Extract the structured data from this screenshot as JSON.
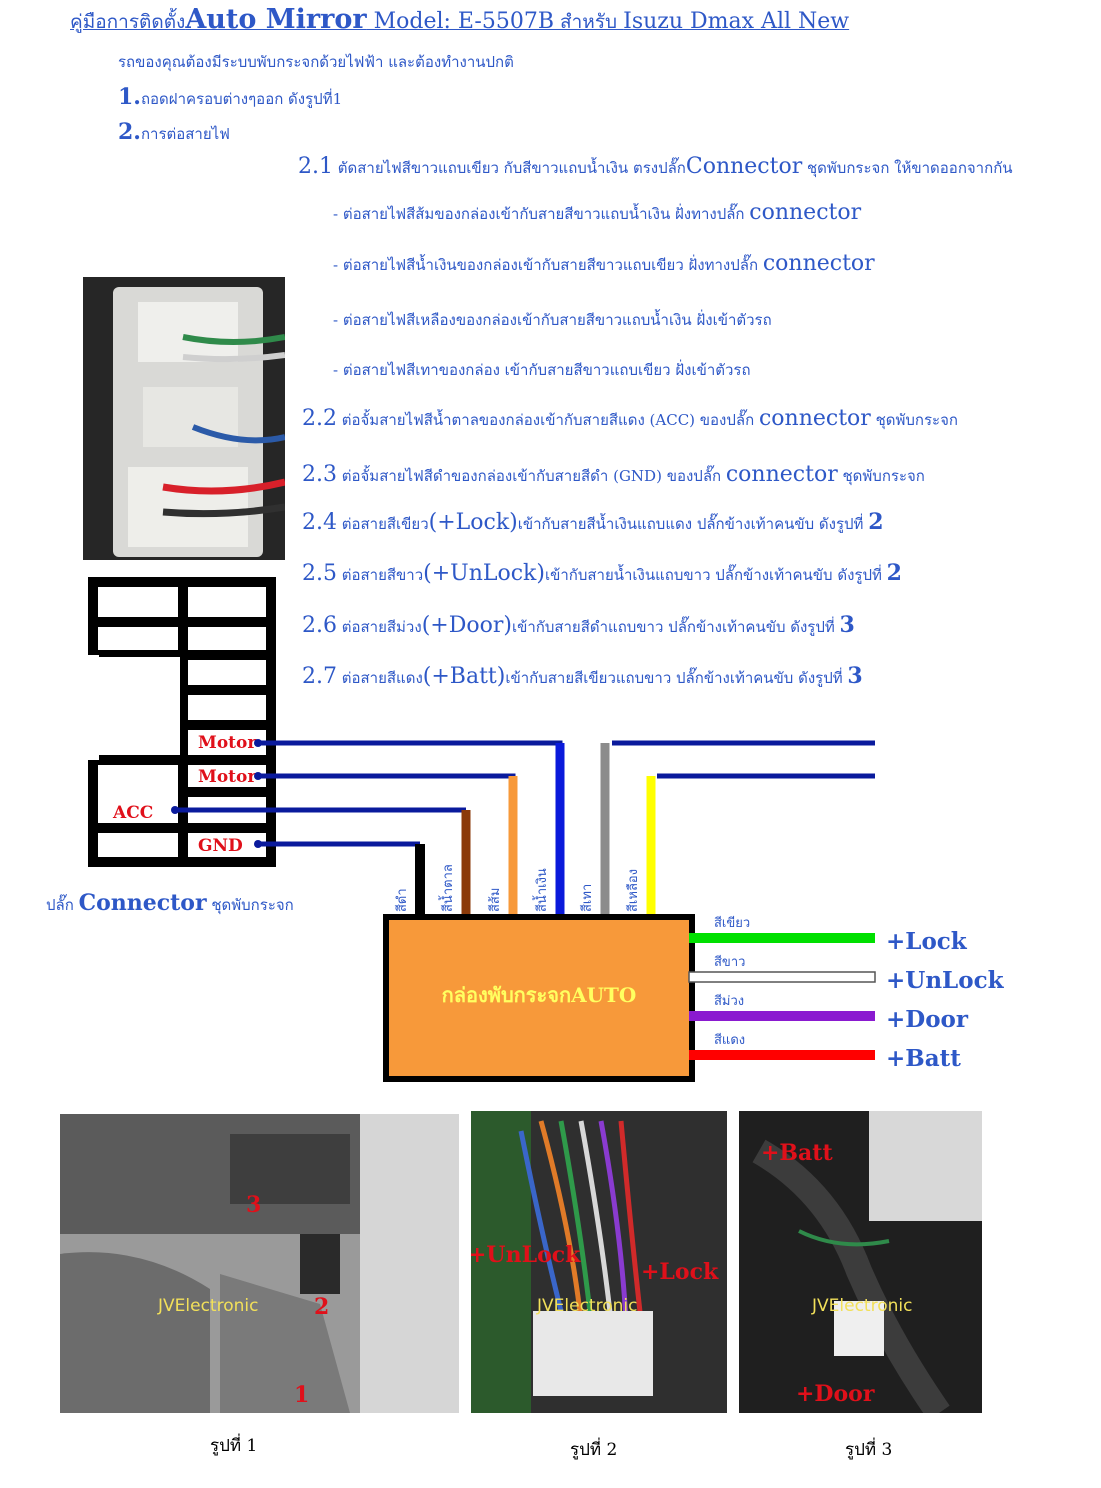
{
  "title": {
    "prefix": "คู่มือการติดตั้ง",
    "product": "Auto Mirror",
    "model": " Model: E-5507B",
    "for": " สำหรับ ",
    "car": " Isuzu Dmax All New"
  },
  "intro": "รถของคุณต้องมีระบบพับกระจกด้วยไฟฟ้า และต้องทำงานปกติ",
  "steps": [
    {
      "num": "1.",
      "text": "ถอดฝาครอบต่างๆออก ดังรูปที่1"
    },
    {
      "num": "2.",
      "text": "การต่อสายไฟ"
    }
  ],
  "step21": {
    "num": "2.1",
    "text_a": " ตัดสายไฟสีขาวแถบเขียว กับสีขาวแถบน้ำเงิน ตรงปลั๊ก",
    "eng": "Connector",
    "text_b": " ชุดพับกระจก ให้ขาดออกจากกัน"
  },
  "substeps": [
    {
      "text": "- ต่อสายไฟสีส้มของกล่องเข้ากับสายสีขาวแถบน้ำเงิน  ฝั่งทางปลั๊ก ",
      "eng": "connector"
    },
    {
      "text": "- ต่อสายไฟสีน้ำเงินของกล่องเข้ากับสายสีขาวแถบเขียว  ฝั่งทางปลั๊ก ",
      "eng": "connector"
    },
    {
      "text": "- ต่อสายไฟสีเหลืองของกล่องเข้ากับสายสีขาวแถบน้ำเงิน  ฝั่งเข้าตัวรถ",
      "eng": ""
    },
    {
      "text": "- ต่อสายไฟสีเทาของกล่อง เข้ากับสายสีขาวแถบเขียว  ฝั่งเข้าตัวรถ",
      "eng": ""
    }
  ],
  "items": [
    {
      "num": "2.2",
      "text_a": " ต่อจั้มสายไฟสีน้ำตาลของกล่องเข้ากับสายสีแดง (ACC) ของปลั๊ก ",
      "eng": "connector",
      "text_b": " ชุดพับกระจก",
      "ref": ""
    },
    {
      "num": "2.3",
      "text_a": " ต่อจั้มสายไฟสีดำของกล่องเข้ากับสายสีดำ (GND) ของปลั๊ก ",
      "eng": "connector",
      "text_b": " ชุดพับกระจก",
      "ref": ""
    },
    {
      "num": "2.4",
      "text_a": " ต่อสายสีเขียว",
      "eng": "(+Lock)",
      "text_b": "เข้ากับสายสีน้ำเงินแถบแดง ปลั๊กข้างเท้าคนขับ ดังรูปที่ ",
      "ref": "2"
    },
    {
      "num": "2.5",
      "text_a": " ต่อสายสีขาว",
      "eng": "(+UnLock)",
      "text_b": "เข้ากับสายน้ำเงินแถบขาว ปลั๊กข้างเท้าคนขับ ดังรูปที่ ",
      "ref": "2"
    },
    {
      "num": "2.6",
      "text_a": " ต่อสายสีม่วง",
      "eng": "(+Door)",
      "text_b": "เข้ากับสายสีดำแถบขาว ปลั๊กข้างเท้าคนขับ ดังรูปที่ ",
      "ref": "3"
    },
    {
      "num": "2.7",
      "text_a": " ต่อสายสีแดง",
      "eng": "(+Batt)",
      "text_b": "เข้ากับสายสีเขียวแถบขาว ปลั๊กข้างเท้าคนขับ ดังรูปที่ ",
      "ref": "3"
    }
  ],
  "diagram": {
    "connector_pins": [
      "Motor",
      "Motor",
      "ACC",
      "GND"
    ],
    "connector_caption_a": "ปลั๊ก ",
    "connector_caption_eng": "Connector",
    "connector_caption_b": " ชุดพับกระจก",
    "box_label": "กล่องพับกระจกAUTO",
    "box_color": "#f7993a",
    "wire_labels": [
      "สีดำ",
      "สีน้ำตาล",
      "สีส้ม",
      "สีน้ำเงิน",
      "สีเทา",
      "สีเหลือง"
    ],
    "wire_colors": [
      "#000000",
      "#8b3a0a",
      "#f7993a",
      "#0a1adb",
      "#8c8c8c",
      "#ffff00"
    ],
    "outputs": [
      {
        "color_name": "สีเขียว",
        "label": "+Lock",
        "color": "#00e000"
      },
      {
        "color_name": "สีขาว",
        "label": "+UnLock",
        "color": "#ffffff"
      },
      {
        "color_name": "สีม่วง",
        "label": "+Door",
        "color": "#8a1ad0"
      },
      {
        "color_name": "สีแดง",
        "label": "+Batt",
        "color": "#ff0000"
      }
    ]
  },
  "photos": [
    {
      "caption": "รูปที่ 1",
      "watermark": "JVElectronic",
      "marks": [
        "3",
        "2",
        "1"
      ]
    },
    {
      "caption": "รูปที่ 2",
      "watermark": "JVElectronic",
      "marks": [
        "+UnLock",
        "+Lock"
      ]
    },
    {
      "caption": "รูปที่ 3",
      "watermark": "JVElectronic",
      "marks": [
        "+Batt",
        "+Door"
      ]
    }
  ]
}
